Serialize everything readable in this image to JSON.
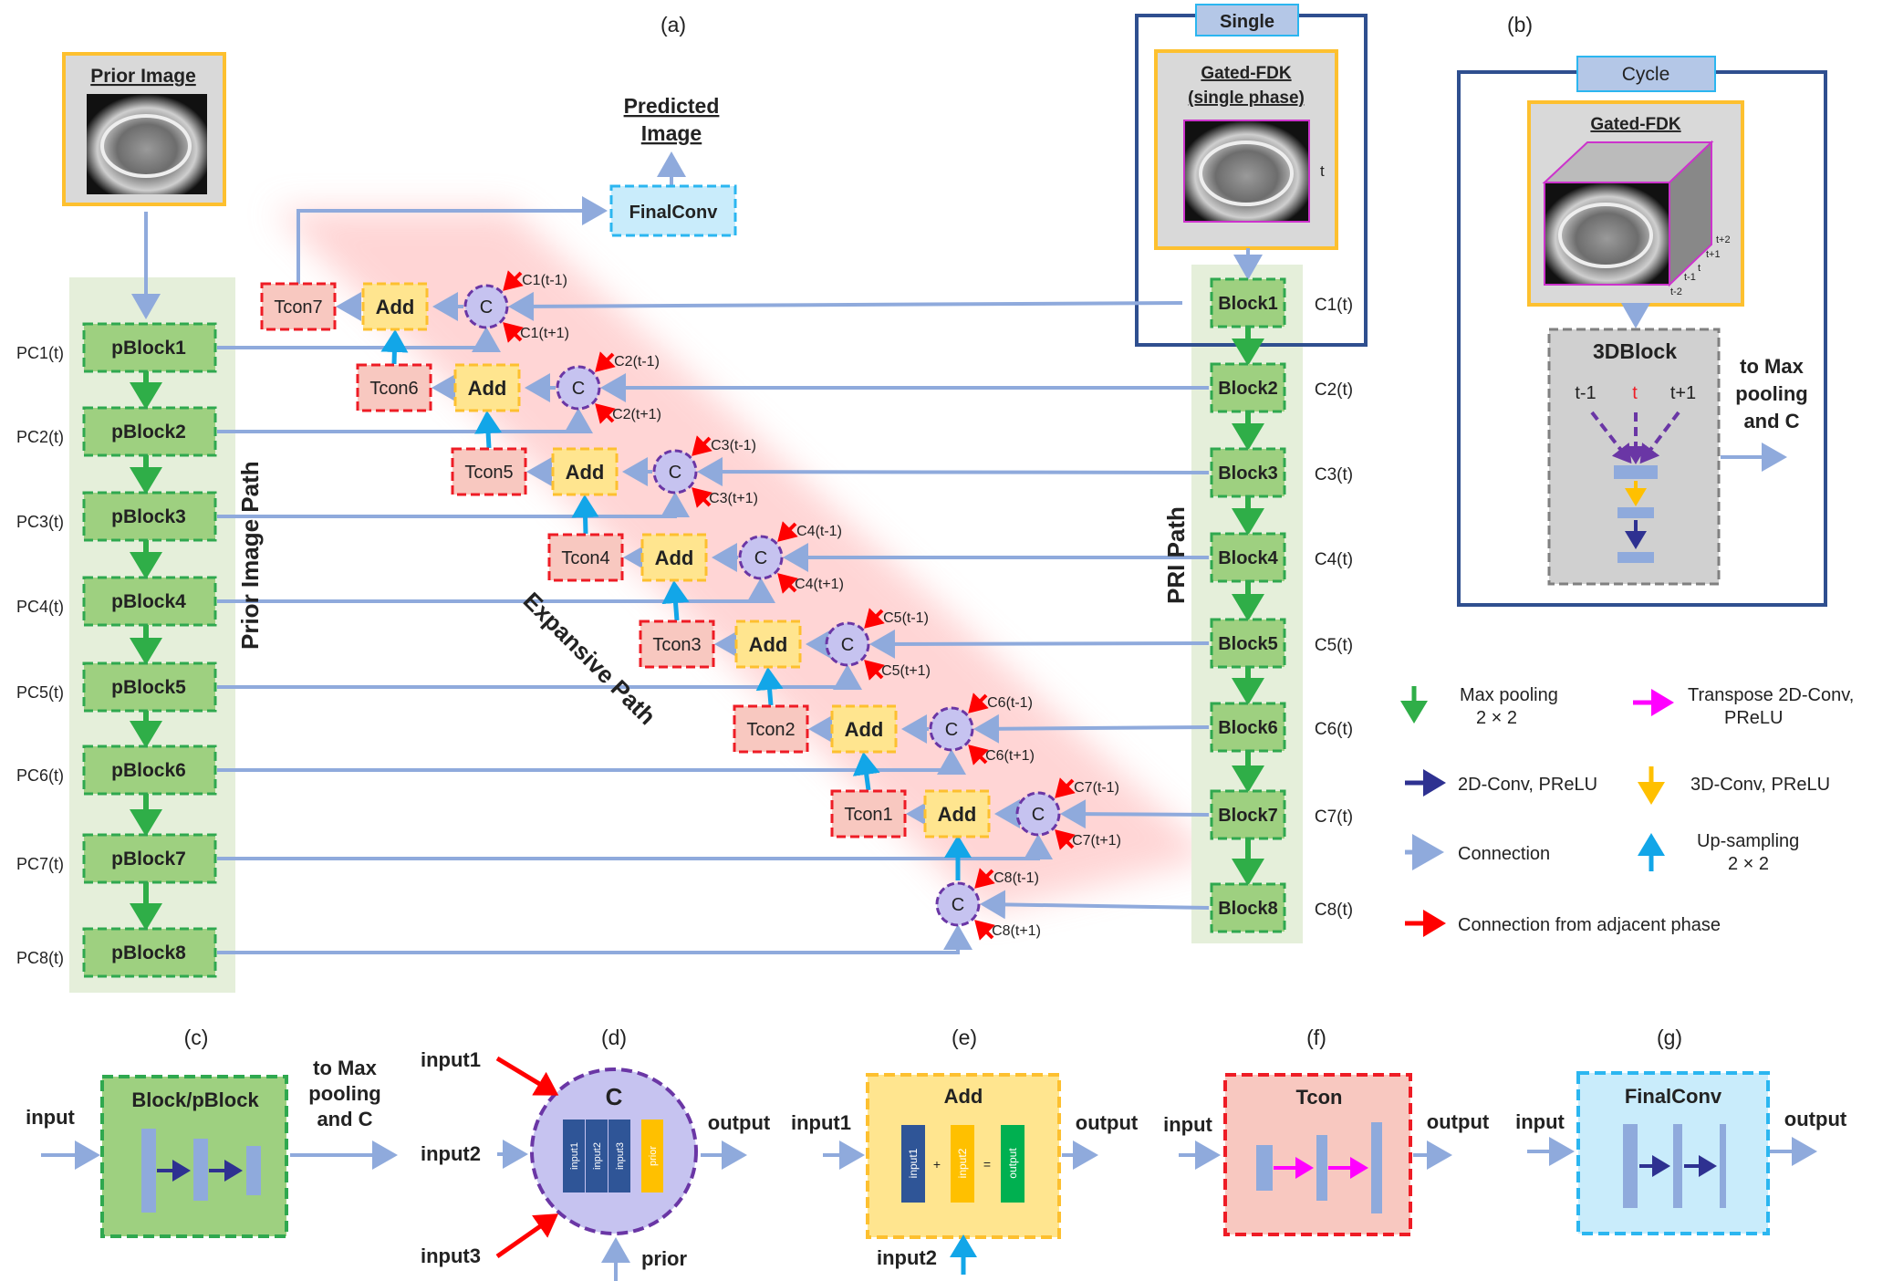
{
  "panel_labels": {
    "a": "(a)",
    "b": "(b)",
    "c": "(c)",
    "d": "(d)",
    "e": "(e)",
    "f": "(f)",
    "g": "(g)"
  },
  "colors": {
    "green_fill": "#9ed080",
    "green_border": "#2fa84f",
    "green_arrow": "#2fae48",
    "yellow_fill": "#ffe58f",
    "yellow_border": "#fdc02f",
    "red_fill": "#f8c8c0",
    "red_border": "#ee1c25",
    "purple_fill": "#c6c3f0",
    "purple_border": "#6a36a5",
    "blue_fill": "#c9ecfb",
    "blue_border": "#2bb6f0",
    "conn": "#8faadc",
    "navy": "#2e3191",
    "magenta": "#ff00ff",
    "cyan": "#12a6e8",
    "gold_arrow": "#ffc000",
    "red_arrow": "#ff0000",
    "path_bg": "#e5efda",
    "frame": "#2f4f8f"
  },
  "prior": {
    "title": "Prior Image",
    "path_label": "Prior Image Path"
  },
  "predicted": {
    "line1": "Predicted",
    "line2": "Image"
  },
  "final_conv": "FinalConv",
  "single": {
    "tag": "Single",
    "title1": "Gated-FDK",
    "title2": "(single phase)",
    "t_label": "t"
  },
  "pri_path_label": "PRI Path",
  "expansive_label": "Expansive Path",
  "pblocks": [
    "pBlock1",
    "pBlock2",
    "pBlock3",
    "pBlock4",
    "pBlock5",
    "pBlock6",
    "pBlock7",
    "pBlock8"
  ],
  "pc_labels": [
    "PC1(t)",
    "PC2(t)",
    "PC3(t)",
    "PC4(t)",
    "PC5(t)",
    "PC6(t)",
    "PC7(t)",
    "PC8(t)"
  ],
  "blocks": [
    "Block1",
    "Block2",
    "Block3",
    "Block4",
    "Block5",
    "Block6",
    "Block7",
    "Block8"
  ],
  "c_labels": [
    "C1(t)",
    "C2(t)",
    "C3(t)",
    "C4(t)",
    "C5(t)",
    "C6(t)",
    "C7(t)",
    "C8(t)"
  ],
  "c_node": "C",
  "add_label": "Add",
  "tcons": [
    "Tcon7",
    "Tcon6",
    "Tcon5",
    "Tcon4",
    "Tcon3",
    "Tcon2",
    "Tcon1"
  ],
  "adj_minus": [
    "C1(t-1)",
    "C2(t-1)",
    "C3(t-1)",
    "C4(t-1)",
    "C5(t-1)",
    "C6(t-1)",
    "C7(t-1)",
    "C8(t-1)"
  ],
  "adj_plus": [
    "C1(t+1)",
    "C2(t+1)",
    "C3(t+1)",
    "C4(t+1)",
    "C5(t+1)",
    "C6(t+1)",
    "C7(t+1)",
    "C8(t+1)"
  ],
  "cycle": {
    "tag": "Cycle",
    "title": "Gated-FDK",
    "frames": [
      "t+2",
      "t+1",
      "t",
      "t-1",
      "t-2"
    ],
    "block3d": "3DBlock",
    "t_minus": "t-1",
    "t_mid": "t",
    "t_plus": "t+1",
    "out1": "to Max",
    "out2": "pooling",
    "out3": "and C"
  },
  "legend": {
    "maxpool1": "Max pooling",
    "maxpool2": "2 × 2",
    "tconv1": "Transpose 2D-Conv,",
    "tconv2": "PReLU",
    "conv2d": "2D-Conv, PReLU",
    "conv3d": "3D-Conv, PReLU",
    "connection": "Connection",
    "upsample1": "Up-sampling",
    "upsample2": "2 × 2",
    "adjacent": "Connection from adjacent phase"
  },
  "panel_c": {
    "input": "input",
    "title": "Block/pBlock",
    "out1": "to Max",
    "out2": "pooling",
    "out3": "and C"
  },
  "panel_d": {
    "input1": "input1",
    "input2": "input2",
    "input3": "input3",
    "prior": "prior",
    "output": "output",
    "title": "C",
    "bars": [
      "input1",
      "input2",
      "input3",
      "prior"
    ]
  },
  "panel_e": {
    "input1": "input1",
    "input2": "input2",
    "output": "output",
    "title": "Add",
    "bar1": "input1",
    "plus": "+",
    "bar2": "input2",
    "eq": "=",
    "bar3": "output"
  },
  "panel_f": {
    "input": "input",
    "output": "output",
    "title": "Tcon"
  },
  "panel_g": {
    "input": "input",
    "output": "output",
    "title": "FinalConv"
  }
}
